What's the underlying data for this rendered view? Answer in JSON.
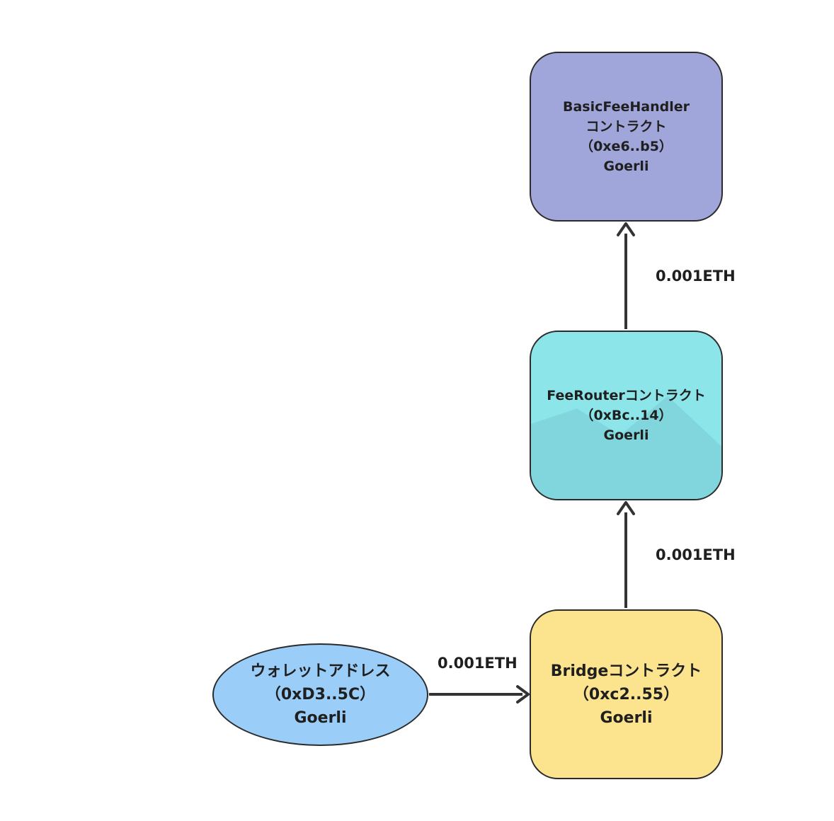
{
  "colors": {
    "basic_fee_handler": "#a0a6d9",
    "fee_router": "#8be5e9",
    "bridge": "#fce38e",
    "wallet": "#9acef8",
    "edge": "#333333"
  },
  "nodes": {
    "basic_fee_handler": {
      "line1": "BasicFeeHandler",
      "line2": "コントラクト",
      "line3": "（0xe6..b5）",
      "line4": "Goerli"
    },
    "fee_router": {
      "line1": "FeeRouterコントラクト",
      "line2": "（0xBc..14）",
      "line3": "Goerli"
    },
    "bridge": {
      "line1": "Bridgeコントラクト",
      "line2": "（0xc2..55）",
      "line3": "Goerli"
    },
    "wallet": {
      "line1": "ウォレットアドレス",
      "line2": "（0xD3..5C）",
      "line3": "Goerli"
    }
  },
  "edges": {
    "router_to_basic": "0.001ETH",
    "bridge_to_router": "0.001ETH",
    "wallet_to_bridge": "0.001ETH"
  }
}
